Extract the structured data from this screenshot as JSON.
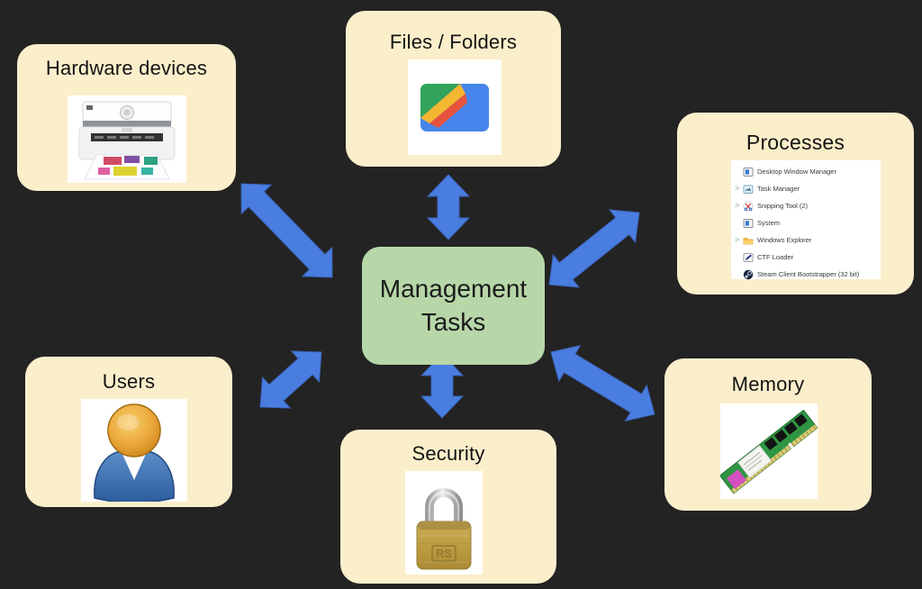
{
  "diagram_type": "hub-and-spoke",
  "center_node": {
    "id": "management-tasks",
    "label": "Management Tasks"
  },
  "nodes": [
    {
      "id": "hardware-devices",
      "label": "Hardware devices",
      "image": "printer-photo"
    },
    {
      "id": "files-folders",
      "label": "Files / Folders",
      "image": "files-app-icon"
    },
    {
      "id": "processes",
      "label": "Processes",
      "image": "process-list-screenshot"
    },
    {
      "id": "users",
      "label": "Users",
      "image": "user-avatar-icon"
    },
    {
      "id": "security",
      "label": "Security",
      "image": "padlock-photo"
    },
    {
      "id": "memory",
      "label": "Memory",
      "image": "ram-module-photo"
    }
  ],
  "connections": [
    {
      "from": "management-tasks",
      "to": "hardware-devices",
      "bidirectional": true
    },
    {
      "from": "management-tasks",
      "to": "files-folders",
      "bidirectional": true
    },
    {
      "from": "management-tasks",
      "to": "processes",
      "bidirectional": true
    },
    {
      "from": "management-tasks",
      "to": "users",
      "bidirectional": true
    },
    {
      "from": "management-tasks",
      "to": "security",
      "bidirectional": true
    },
    {
      "from": "management-tasks",
      "to": "memory",
      "bidirectional": true
    }
  ],
  "process_list": {
    "chevron_glyph": ">",
    "rows": [
      {
        "expandable": false,
        "icon": "window-icon",
        "label": "Desktop Window Manager"
      },
      {
        "expandable": true,
        "icon": "task-manager-icon",
        "label": "Task Manager"
      },
      {
        "expandable": true,
        "icon": "snipping-tool-icon",
        "label": "Snipping Tool (2)"
      },
      {
        "expandable": false,
        "icon": "window-icon",
        "label": "System"
      },
      {
        "expandable": true,
        "icon": "folder-icon",
        "label": "Windows Explorer"
      },
      {
        "expandable": false,
        "icon": "ctf-loader-icon",
        "label": "CTF Loader"
      },
      {
        "expandable": false,
        "icon": "steam-icon",
        "label": "Steam Client Bootstrapper (32 bit)"
      }
    ]
  },
  "security_image": {
    "logo_text": "RS"
  },
  "colors": {
    "background": "#232323",
    "node_fill": "#fbeecb",
    "center_fill": "#b7d7a8",
    "arrow_blue": "#4a7de0"
  }
}
